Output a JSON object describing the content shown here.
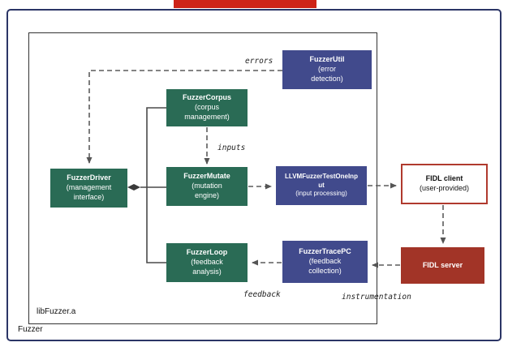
{
  "diagram": {
    "outer_label": "Fuzzer",
    "inner_label": "libFuzzer.a"
  },
  "colors": {
    "component_green": "#2a6b55",
    "component_navy": "#414a8c",
    "fidl_server_red": "#a23427",
    "fidl_client_border_red": "#b03a2e",
    "outer_frame_navy": "#2b3566",
    "top_bar_red": "#ce2318",
    "arrow_gray": "#5b5b5b"
  },
  "nodes": {
    "fuzzer_util": {
      "title": "FuzzerUtil",
      "subtitle": "(error detection)"
    },
    "fuzzer_corpus": {
      "title": "FuzzerCorpus",
      "subtitle": "(corpus management)"
    },
    "fuzzer_driver": {
      "title": "FuzzerDriver",
      "subtitle": "(management interface)"
    },
    "fuzzer_mutate": {
      "title": "FuzzerMutate",
      "subtitle": "(mutation engine)"
    },
    "llvm_fuzzer_test_one_input": {
      "title": "LLVMFuzzerTestOneInput",
      "subtitle": "(input processing)"
    },
    "fuzzer_loop": {
      "title": "FuzzerLoop",
      "subtitle": "(feedback analysis)"
    },
    "fuzzer_trace_pc": {
      "title": "FuzzerTracePC",
      "subtitle": "(feedback collection)"
    },
    "fidl_client": {
      "title": "FIDL client",
      "subtitle": "(user-provided)"
    },
    "fidl_server": {
      "title": "FIDL server",
      "subtitle": ""
    }
  },
  "edge_labels": {
    "errors": "errors",
    "inputs": "inputs",
    "feedback": "feedback",
    "instrumentation": "instrumentation"
  }
}
